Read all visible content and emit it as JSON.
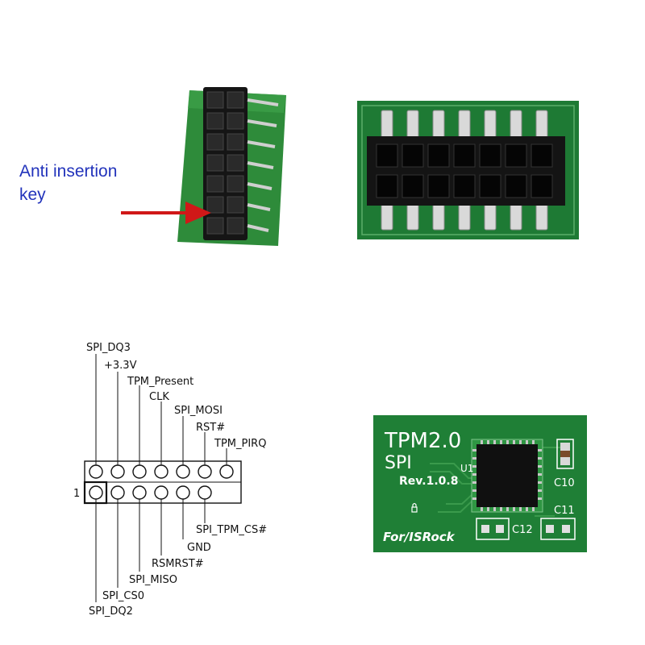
{
  "header_photo": {
    "annotation_line1": "Anti insertion",
    "annotation_line2": "key"
  },
  "pinout": {
    "pin1_label": "1",
    "top_row_labels": [
      "SPI_DQ3",
      "+3.3V",
      "TPM_Present",
      "CLK",
      "SPI_MOSI",
      "RST#",
      "TPM_PIRQ"
    ],
    "bottom_row_labels": [
      "SPI_DQ2",
      "SPI_CS0",
      "SPI_MISO",
      "RSMRST#",
      "GND",
      "SPI_TPM_CS#"
    ]
  },
  "board": {
    "title": "TPM2.0",
    "bus": "SPI",
    "chip_ref": "U1",
    "revision": "Rev.1.0.8",
    "cap_c10": "C10",
    "cap_c11": "C11",
    "cap_c12": "C12",
    "brand": "For/ISRock"
  },
  "colors": {
    "pcb_green": "#1e7a34",
    "pcb_dark": "#145a25",
    "arrow_red": "#d01818",
    "label_blue": "#2233bb"
  }
}
